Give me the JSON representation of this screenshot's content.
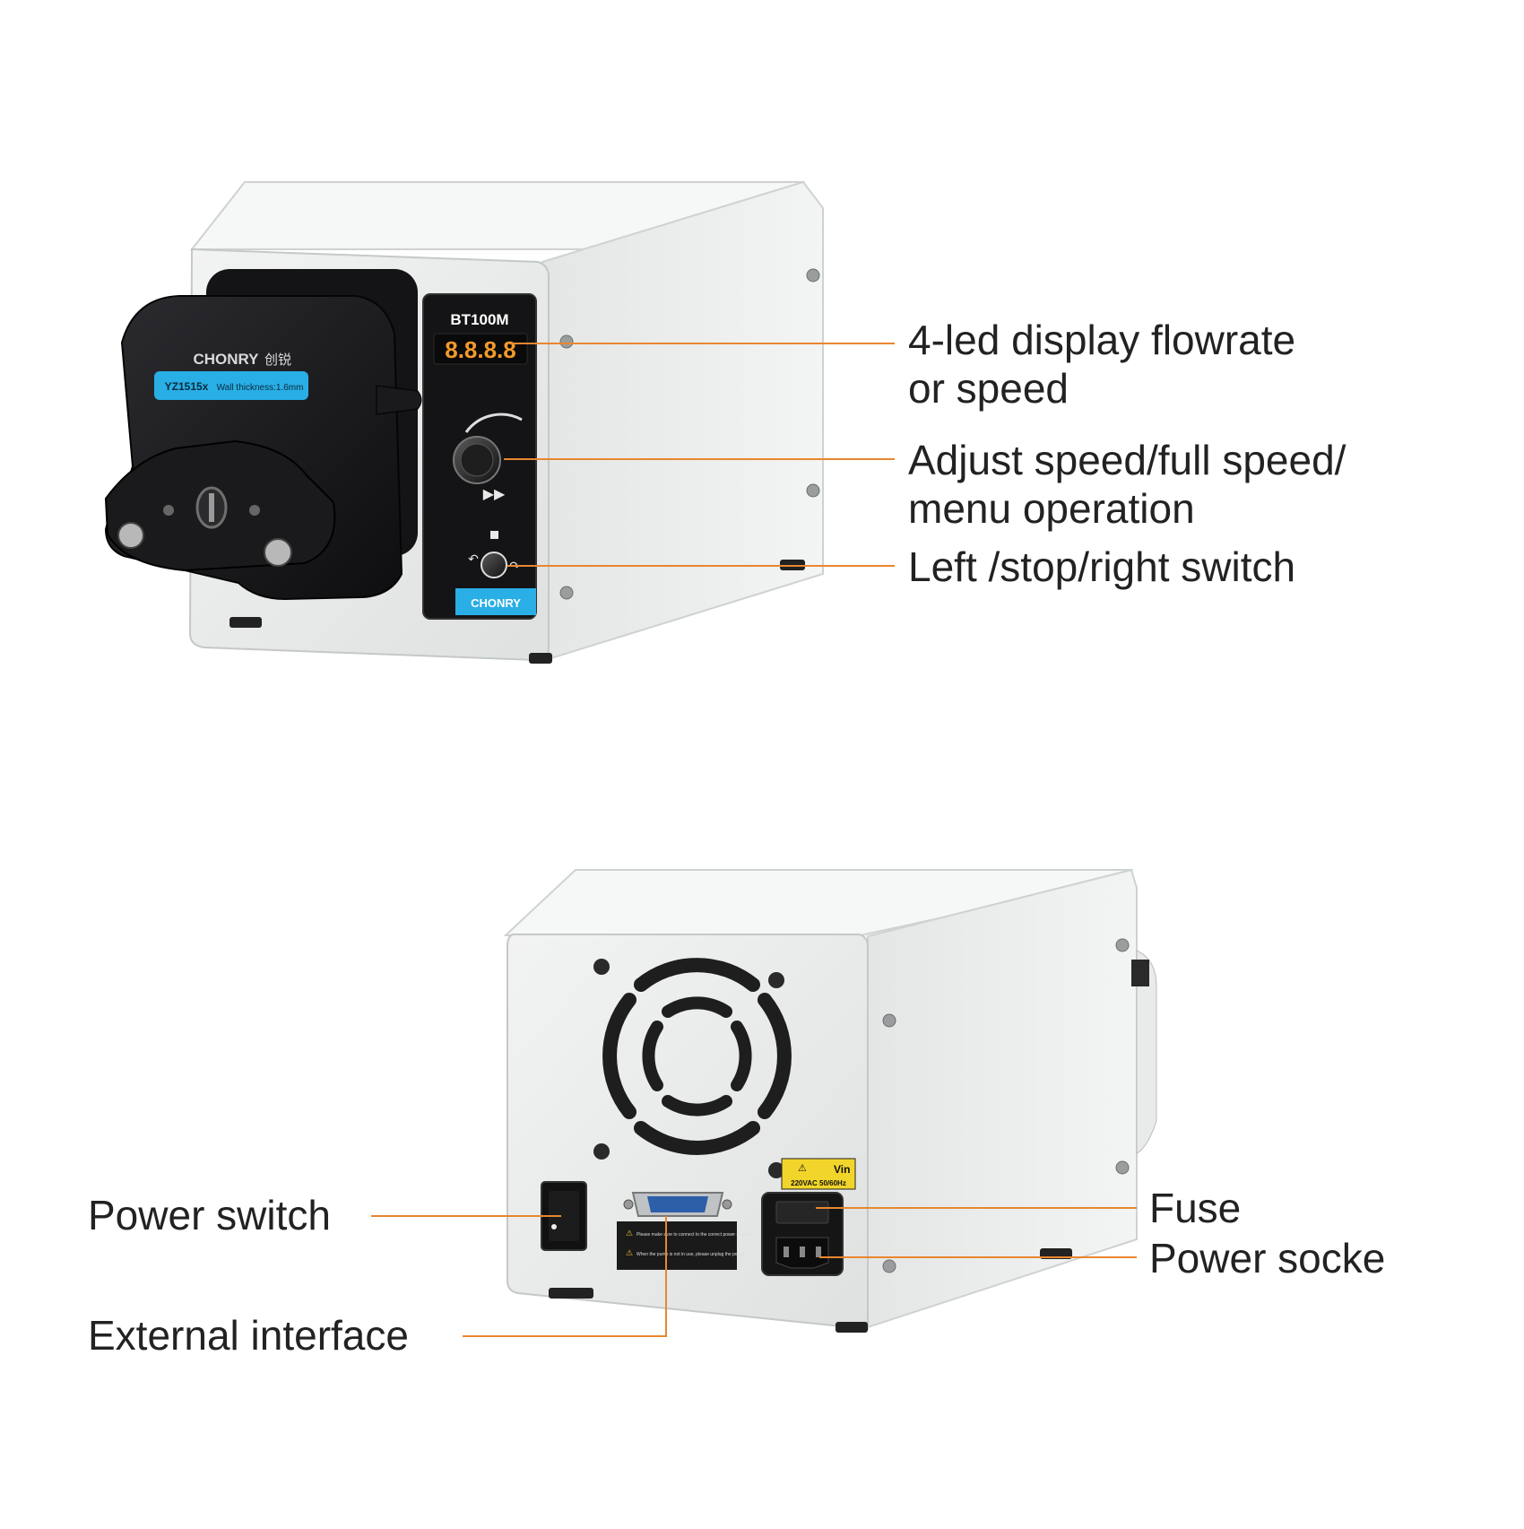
{
  "product": {
    "front": {
      "model": "BT100M",
      "brand": "CHONRY",
      "brand_cn": "创锐",
      "tube_label_model": "YZ1515x",
      "tube_label_spec": "Wall thickness:1.6mm",
      "display_digits": "8.8.8.8",
      "panel_brand": "CHONRY"
    },
    "rear": {
      "voltage_sticker_title": "Vin",
      "voltage_sticker_value": "220VAC 50/60Hz",
      "warning_line_1": "Please make sure to connect to the correct power source",
      "warning_line_2": "When the pump is not in use, please unplug the power"
    }
  },
  "callouts": {
    "display": {
      "line1": "4-led display flowrate",
      "line2": "or speed"
    },
    "knob": {
      "line1": "Adjust speed/full speed/",
      "line2": "menu operation"
    },
    "direction": "Left /stop/right switch",
    "power_switch": "Power switch",
    "external_interface": "External interface",
    "fuse": "Fuse",
    "power_socket": "Power socke"
  },
  "colors": {
    "leader": "#e8872f",
    "led": "#f39a2a",
    "accent_blue": "#29aee6",
    "housing": "#eceeee",
    "pump_head": "#1c1c1e"
  }
}
